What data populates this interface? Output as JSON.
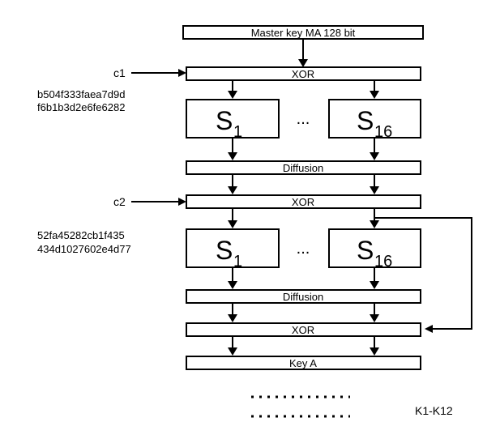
{
  "master_key": "Master key MA 128 bit",
  "constants": [
    {
      "label": "c1",
      "value_line1": "b504f333faea7d9d",
      "value_line2": "f6b1b3d2e6fe6282"
    },
    {
      "label": "c2",
      "value_line1": "52fa45282cb1f435",
      "value_line2": "434d1027602e4d77"
    }
  ],
  "stage1": {
    "xor": "XOR",
    "sbox_first": {
      "letter": "S",
      "index": "1"
    },
    "ellipsis": "...",
    "sbox_last": {
      "letter": "S",
      "index": "16"
    },
    "diffusion": "Diffusion"
  },
  "stage2": {
    "xor": "XOR",
    "sbox_first": {
      "letter": "S",
      "index": "1"
    },
    "ellipsis": "...",
    "sbox_last": {
      "letter": "S",
      "index": "16"
    },
    "diffusion": "Diffusion"
  },
  "final_xor": "XOR",
  "key_output": "Key A",
  "keys_range": "K1-K12"
}
